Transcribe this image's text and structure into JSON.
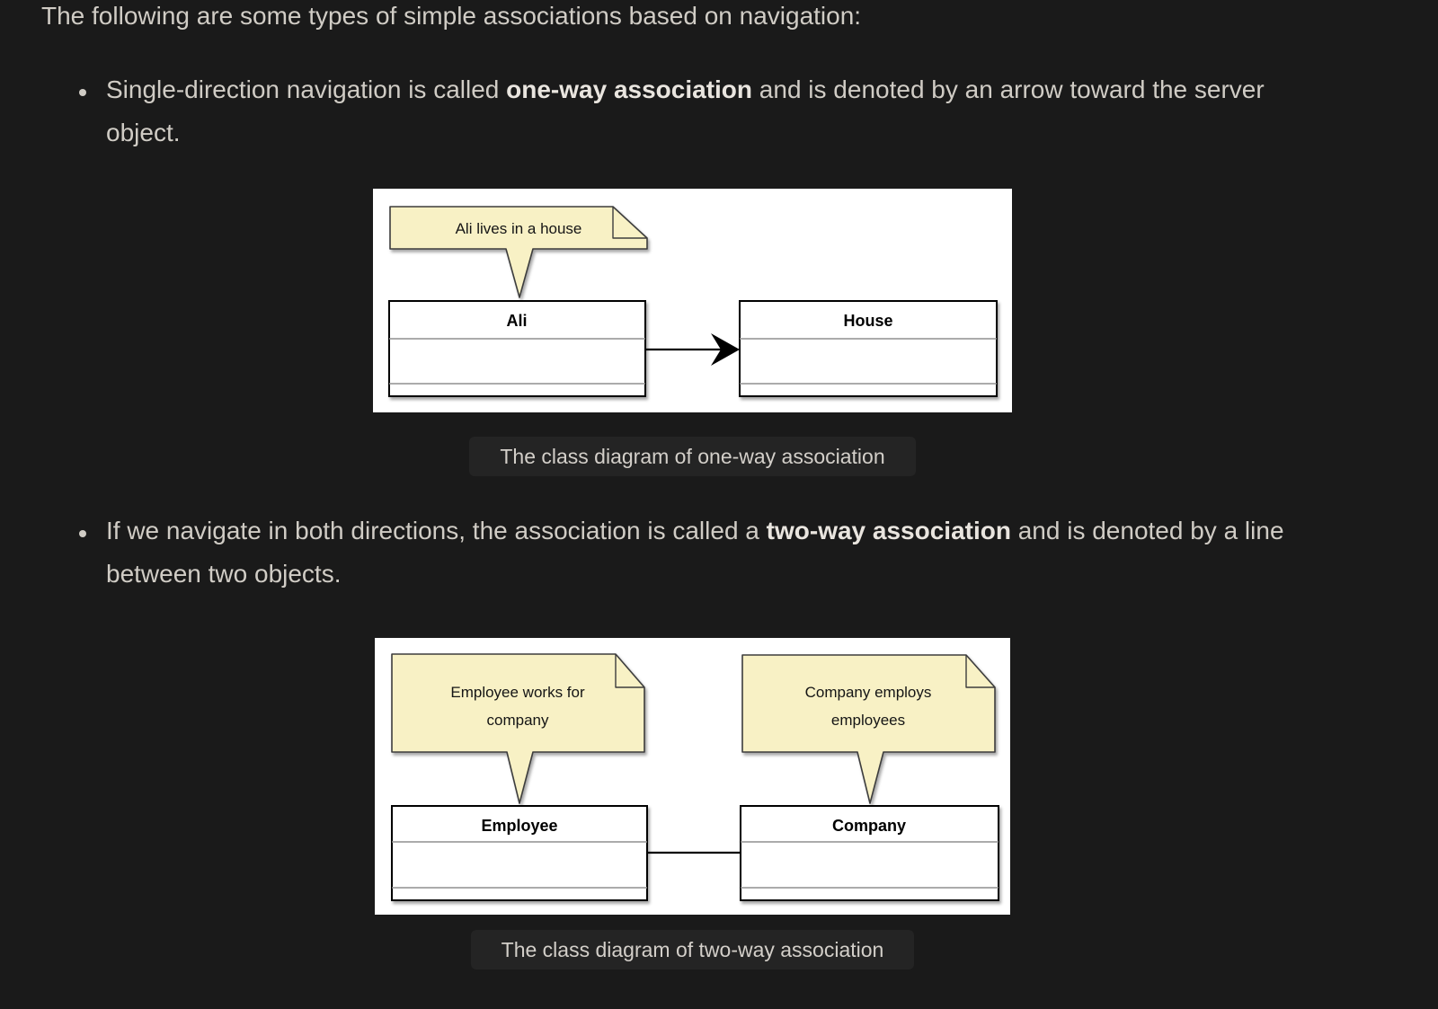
{
  "page": {
    "intro": "The following are some types of simple associations based on navigation:",
    "bullets": [
      {
        "pre": "Single-direction navigation is called ",
        "bold": "one-way association",
        "post": " and is denoted by an arrow toward the server object."
      },
      {
        "pre": "If we navigate in both directions, the association is called a ",
        "bold": "two-way association",
        "post": " and is denoted by a line between two objects."
      }
    ]
  },
  "figures": {
    "one_way": {
      "note": "Ali lives in a house",
      "client_class": "Ali",
      "server_class": "House",
      "connector": "arrow",
      "caption": "The class diagram of one-way association"
    },
    "two_way": {
      "left_note_lines": [
        "Employee works for",
        "company"
      ],
      "right_note_lines": [
        "Company employs",
        "employees"
      ],
      "left_class": "Employee",
      "right_class": "Company",
      "connector": "line",
      "caption": "The class diagram of two-way association"
    }
  },
  "colors": {
    "background": "#1a1a1a",
    "text": "#d0ccc5",
    "bold_text": "#e9e5df",
    "caption_bg": "#242424",
    "caption_text": "#d3cfc9",
    "panel_bg": "#ffffff",
    "note_fill": "#f8f1c5",
    "note_stroke": "#3d3d3d",
    "box_stroke": "#000000",
    "inner_line": "#8f8f8f"
  }
}
